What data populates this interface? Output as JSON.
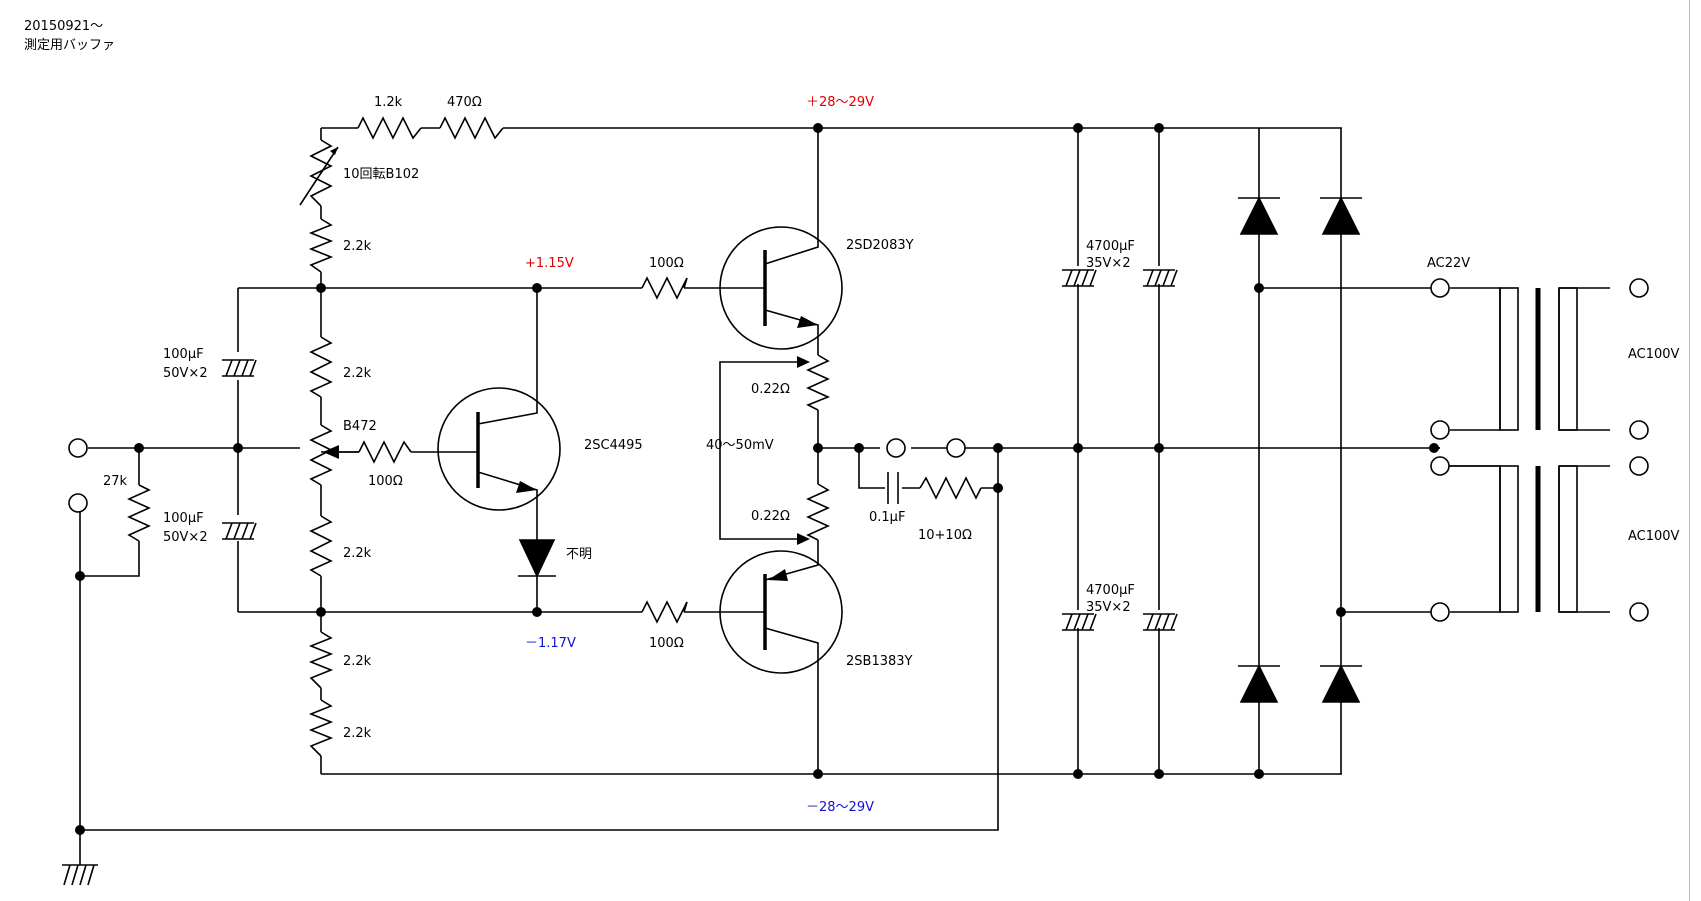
{
  "header": {
    "date": "20150921～",
    "title": "測定用バッファ"
  },
  "labels": {
    "r_1k2": "1.2k",
    "r_470": "470Ω",
    "v_pos_rail": "＋28～29V",
    "pot_10turn": "10回転B102",
    "r_2k2_top": "2.2k",
    "v_pos_bias": "+1.15V",
    "r_100_top": "100Ω",
    "q_npn_out": "2SD2083Y",
    "c_upper_val": "100μF",
    "c_upper_rating": "50V×2",
    "r_2k2_b": "2.2k",
    "pot_b472": "B472",
    "r_100_mid": "100Ω",
    "q_driver": "2SC4495",
    "r_27k": "27k",
    "c_lower_val": "100μF",
    "c_lower_rating": "50V×2",
    "r_2k2_c": "2.2k",
    "diode_unknown": "不明",
    "v_neg_bias": "－1.17V",
    "r_100_bot": "100Ω",
    "q_pnp_out": "2SB1383Y",
    "r_2k2_d": "2.2k",
    "r_2k2_e": "2.2k",
    "v_neg_rail": "－28～29V",
    "r_022_top": "0.22Ω",
    "r_022_bot": "0.22Ω",
    "v_emitter": "40～50mV",
    "c_out": "0.1μF",
    "r_out": "10+10Ω",
    "c_psu_top_val": "4700μF",
    "c_psu_top_rating": "35V×2",
    "c_psu_bot_val": "4700μF",
    "c_psu_bot_rating": "35V×2",
    "ac_secondary": "AC22V",
    "ac_primary_top": "AC100V",
    "ac_primary_bot": "AC100V"
  }
}
